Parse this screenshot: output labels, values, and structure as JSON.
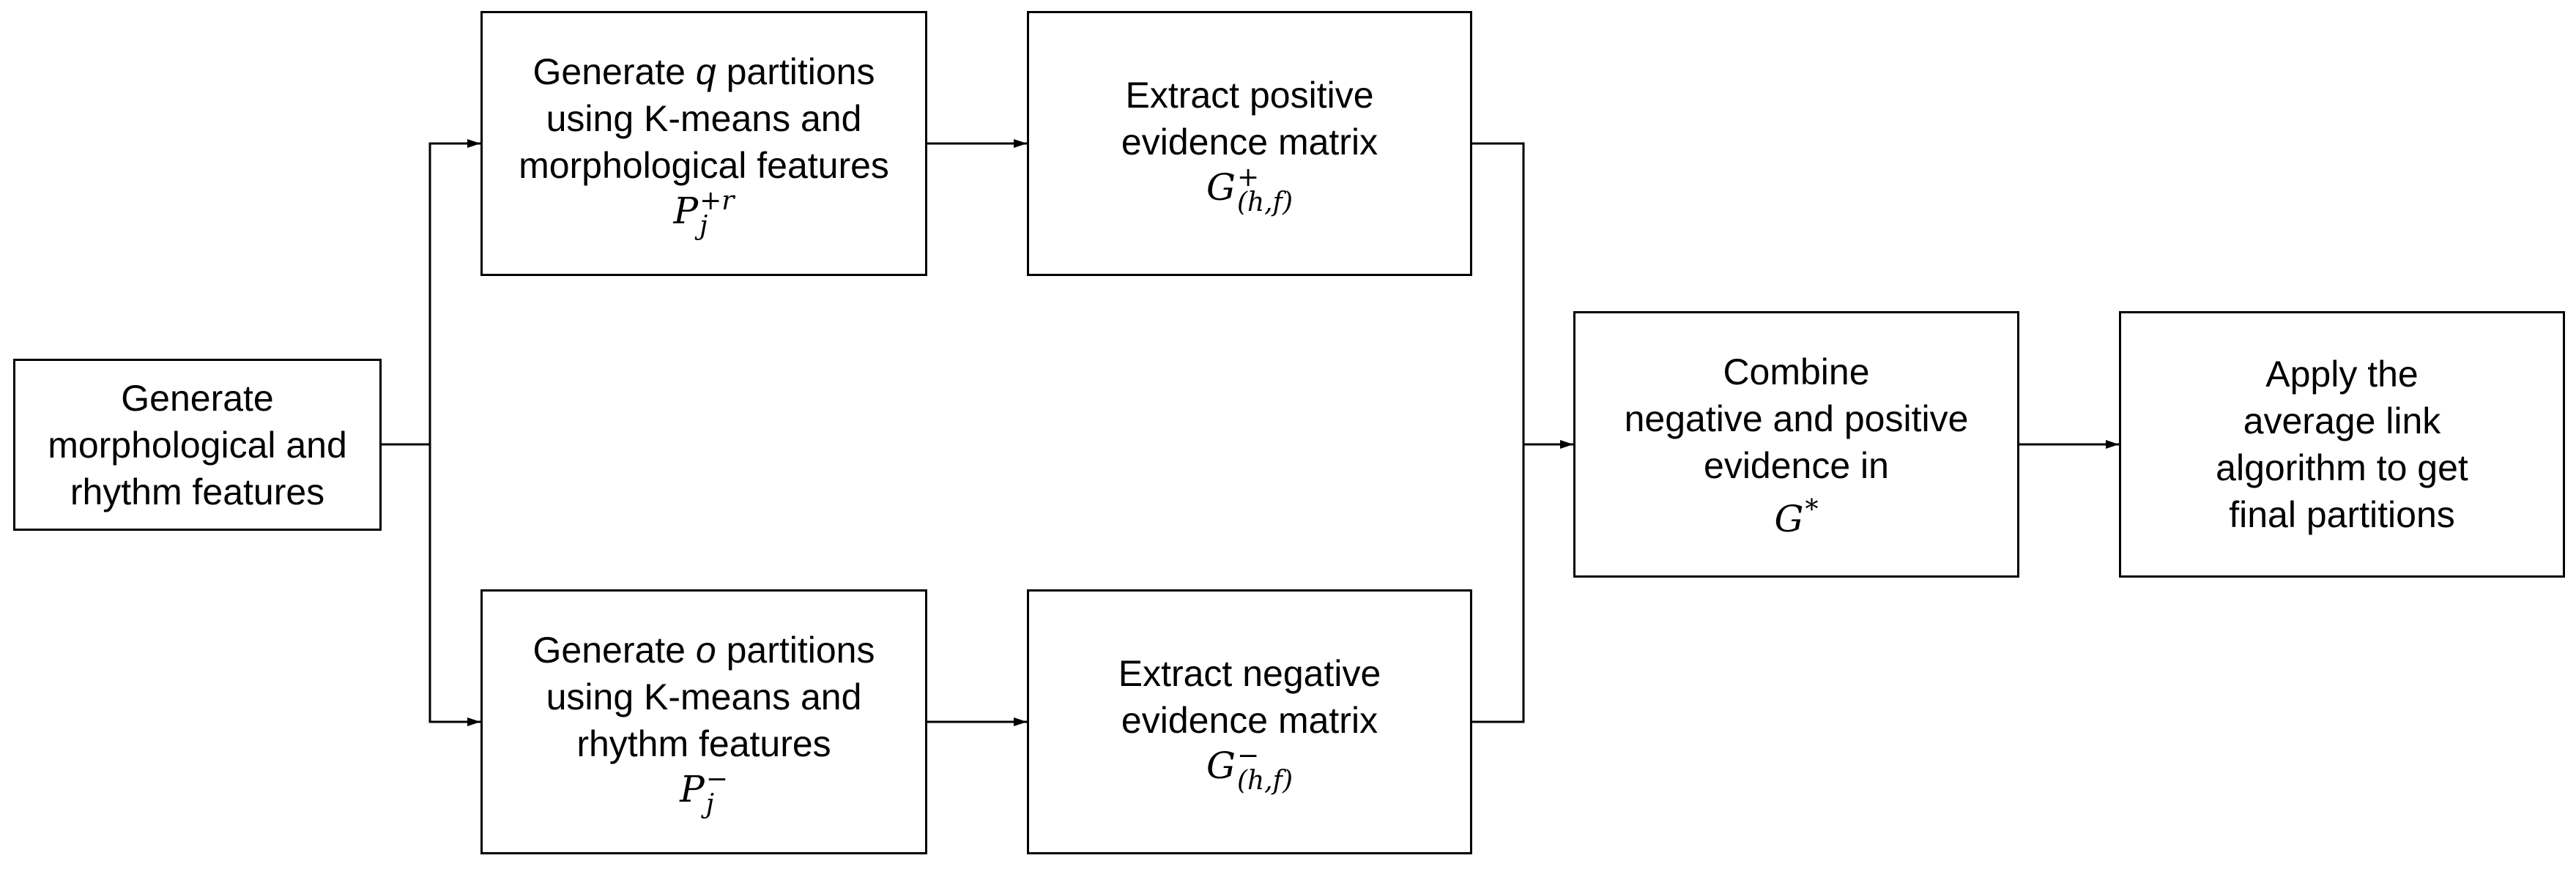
{
  "diagram": {
    "nodes": {
      "gen_features": {
        "line1": "Generate",
        "line2": "morphological and",
        "line3": "rhythm features"
      },
      "pos_partitions": {
        "line1_pre": "Generate ",
        "line1_var": "q",
        "line1_post": " partitions",
        "line2": "using K-means and",
        "line3": "morphological features",
        "math": {
          "base": "P",
          "sup": "+r",
          "sub": "j"
        }
      },
      "pos_evidence": {
        "line1": "Extract positive",
        "line2": "evidence matrix",
        "math": {
          "base": "G",
          "sup": "+",
          "sub": "(h,f)"
        }
      },
      "neg_partitions": {
        "line1_pre": "Generate ",
        "line1_var": "o",
        "line1_post": " partitions",
        "line2": "using K-means and",
        "line3": "rhythm features",
        "math": {
          "base": "P",
          "sup": "−",
          "sub": "j"
        }
      },
      "neg_evidence": {
        "line1": "Extract negative",
        "line2": "evidence matrix",
        "math": {
          "base": "G",
          "sup": "−",
          "sub": "(h,f)"
        }
      },
      "combine": {
        "line1": "Combine",
        "line2": "negative and positive",
        "line3": "evidence in",
        "math": {
          "base": "G",
          "sup": "*"
        }
      },
      "final": {
        "line1": "Apply the",
        "line2": "average link",
        "line3": "algorithm to get",
        "line4": "final partitions"
      }
    },
    "edges": [
      {
        "from": "gen_features",
        "to": "pos_partitions"
      },
      {
        "from": "gen_features",
        "to": "neg_partitions"
      },
      {
        "from": "pos_partitions",
        "to": "pos_evidence"
      },
      {
        "from": "neg_partitions",
        "to": "neg_evidence"
      },
      {
        "from": "pos_evidence",
        "to": "combine"
      },
      {
        "from": "neg_evidence",
        "to": "combine"
      },
      {
        "from": "combine",
        "to": "final"
      }
    ],
    "colors": {
      "stroke": "#000000",
      "background": "#ffffff"
    }
  }
}
